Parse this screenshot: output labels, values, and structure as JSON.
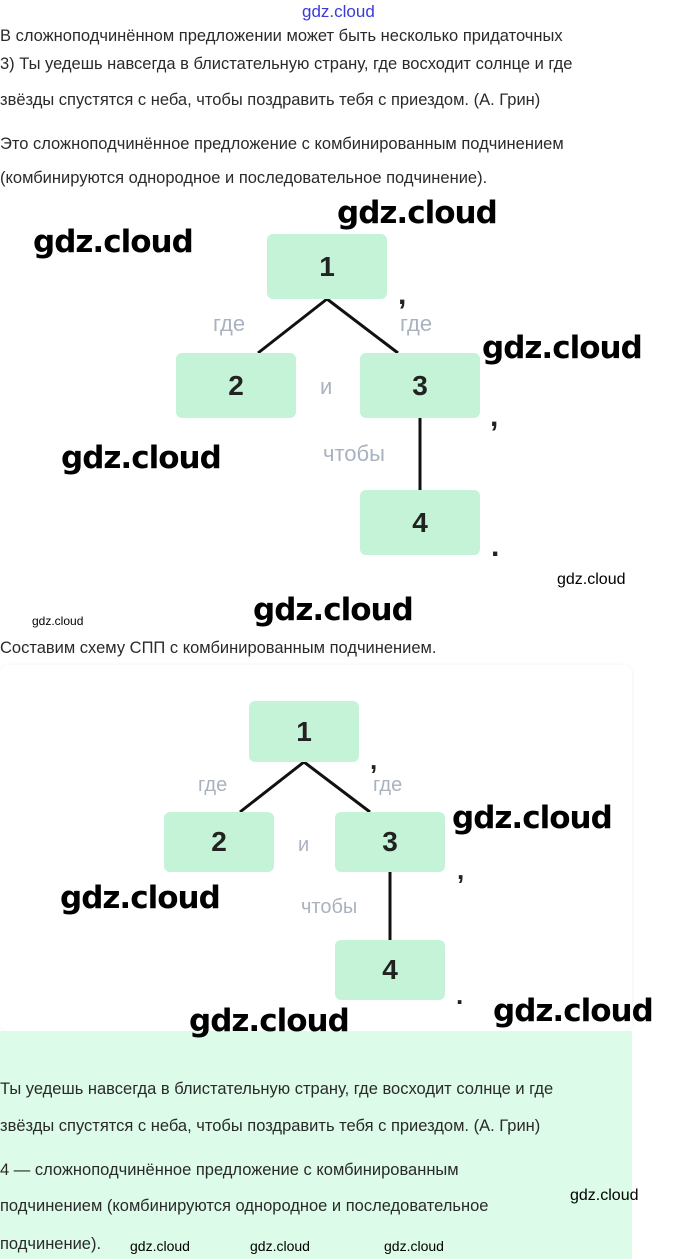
{
  "watermark": "gdz.cloud",
  "intro_cut": "В сложноподчинённом предложении может быть несколько придаточных",
  "sentence": [
    "3) Ты уедешь навсегда в блистательную страну, где восходит солнце и где",
    "звёзды спустятся с неба, чтобы поздравить тебя с приездом. (А. Грин)"
  ],
  "explanation": [
    "Это сложноподчинённое предложение с комбинированным подчинением",
    "(комбинируются однородное и последовательное подчинение)."
  ],
  "diagram": {
    "boxes": [
      "1",
      "2",
      "3",
      "4"
    ],
    "labels": {
      "where_left": "где",
      "where_right": "где",
      "and": "и",
      "so_that": "чтобы"
    },
    "comma": ",",
    "period": "."
  },
  "scheme_heading": "Составим схему СПП с комбинированным подчинением.",
  "answer": {
    "sentence": [
      "Ты уедешь навсегда в блистательную страну, где восходит солнце и где",
      "звёзды спустятся с неба, чтобы поздравить тебя с приездом. (А. Грин)"
    ],
    "conclusion": [
      "4 — сложноподчинённое предложение с комбинированным",
      "подчинением (комбинируются однородное и последовательное",
      "подчинение)."
    ]
  },
  "colors": {
    "box": "#c5f3d8",
    "answer_bg": "#dcfbe8",
    "label": "#a9b3bf"
  }
}
